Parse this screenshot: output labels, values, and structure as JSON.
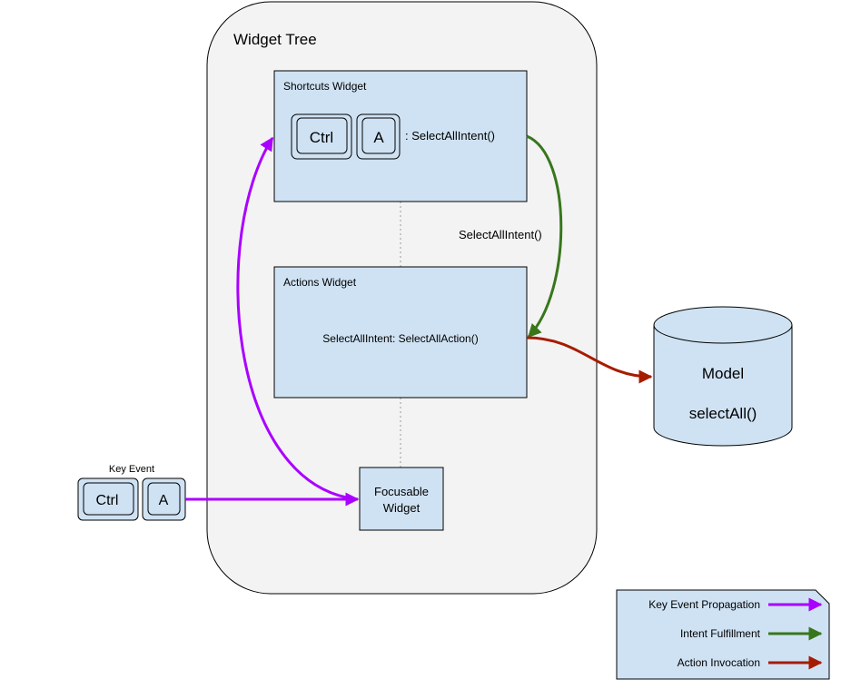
{
  "widget_tree": {
    "title": "Widget Tree"
  },
  "shortcuts_widget": {
    "title": "Shortcuts Widget",
    "key_ctrl": "Ctrl",
    "key_a": "A",
    "mapping": ": SelectAllIntent()"
  },
  "intent_label": "SelectAllIntent()",
  "actions_widget": {
    "title": "Actions Widget",
    "mapping": "SelectAllIntent: SelectAllAction()"
  },
  "focusable_widget": {
    "line1": "Focusable",
    "line2": "Widget"
  },
  "key_event": {
    "label": "Key Event",
    "key_ctrl": "Ctrl",
    "key_a": "A"
  },
  "model": {
    "title": "Model",
    "method": "selectAll()"
  },
  "legend": {
    "items": [
      {
        "label": "Key Event Propagation",
        "color": "#aa00ff"
      },
      {
        "label": "Intent Fulfillment",
        "color": "#38761d"
      },
      {
        "label": "Action Invocation",
        "color": "#a61c00"
      }
    ]
  },
  "colors": {
    "box_fill": "#cfe2f3",
    "tree_fill": "#f3f3f3",
    "propagation": "#aa00ff",
    "fulfillment": "#38761d",
    "invocation": "#a61c00"
  }
}
